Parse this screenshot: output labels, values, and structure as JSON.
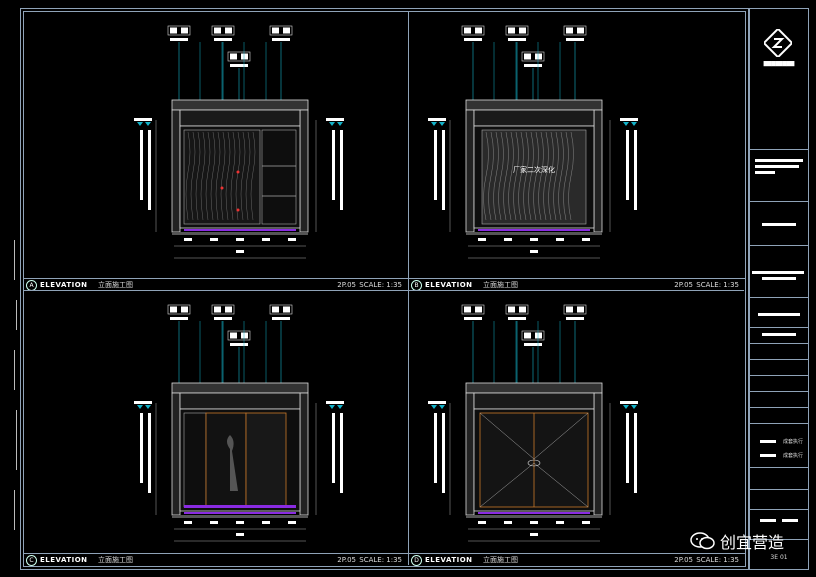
{
  "panels": [
    {
      "id": "A",
      "elevation": "ELEVATION",
      "subtitle": "立面施工图",
      "sheet": "2P.05",
      "scale": "SCALE: 1:35",
      "variant": "hall"
    },
    {
      "id": "B",
      "elevation": "ELEVATION",
      "subtitle": "立面施工图",
      "sheet": "2P.05",
      "scale": "SCALE: 1:35",
      "variant": "art",
      "center_label": "厂家二次深化"
    },
    {
      "id": "C",
      "elevation": "ELEVATION",
      "subtitle": "立面施工图",
      "sheet": "2P.05",
      "scale": "SCALE: 1:35",
      "variant": "glass"
    },
    {
      "id": "D",
      "elevation": "ELEVATION",
      "subtitle": "立面施工图",
      "sheet": "2P.05",
      "scale": "SCALE: 1:35",
      "variant": "doors"
    }
  ],
  "title_block": {
    "sheet_no": "3E 01",
    "note_1": "成套执行",
    "note_2": "成套执行"
  },
  "watermark": {
    "text": "创宜营造"
  },
  "colors": {
    "line": "#8fa3b8",
    "cyan": "#13b3c9",
    "purple": "#8a2be2",
    "orange": "#c8782a",
    "grey": "#777"
  }
}
